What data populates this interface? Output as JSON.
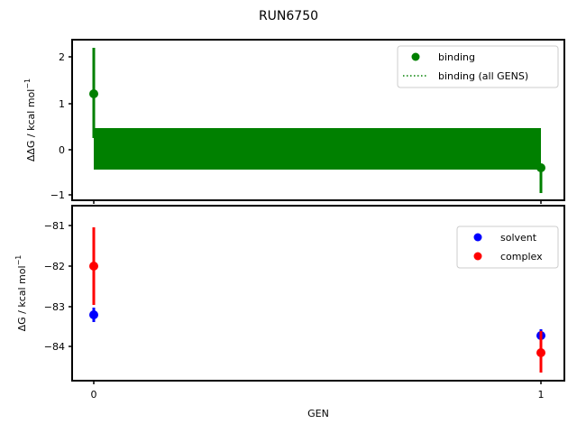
{
  "figure": {
    "title": "RUN6750"
  },
  "chart_data": [
    {
      "type": "scatter",
      "panel": "top",
      "title": "RUN6750",
      "xlabel": "",
      "ylabel": "ΔΔG / kcal mol⁻¹",
      "ylabel_main": "ΔΔG / kcal mol",
      "ylabel_sup": "−1",
      "xlim": [
        -0.05,
        1.05
      ],
      "ylim": [
        -1.1,
        2.35
      ],
      "yticks": [
        -1,
        0,
        1,
        2
      ],
      "ytick_labels": [
        "−1",
        "0",
        "1",
        "2"
      ],
      "xticks": [
        0,
        1
      ],
      "xtick_labels": [
        "",
        ""
      ],
      "grid": false,
      "legend_position": "upper right",
      "legend": [
        "binding",
        "binding (all GENS)"
      ],
      "series": [
        {
          "name": "binding",
          "color": "#008000",
          "marker": "circle",
          "x": [
            0,
            1
          ],
          "y": [
            1.2,
            -0.38
          ],
          "yerr_low": [
            0.27,
            -0.95
          ],
          "yerr_high": [
            2.2,
            -0.38
          ]
        },
        {
          "name": "binding (all GENS)",
          "color": "#008000",
          "style": "dotted",
          "band_x": [
            0,
            1
          ],
          "band_low": -0.43,
          "band_high": 0.47
        }
      ]
    },
    {
      "type": "scatter",
      "panel": "bottom",
      "xlabel": "GEN",
      "ylabel": "ΔG / kcal mol⁻¹",
      "ylabel_main": "ΔG / kcal mol",
      "ylabel_sup": "−1",
      "xlim": [
        -0.05,
        1.05
      ],
      "ylim": [
        -84.85,
        -80.9
      ],
      "yticks": [
        -81,
        -82,
        -83,
        -84
      ],
      "ytick_labels": [
        "−81",
        "−82",
        "−83",
        "−84"
      ],
      "xticks": [
        0,
        1
      ],
      "xtick_labels": [
        "0",
        "1"
      ],
      "grid": false,
      "legend_position": "upper right",
      "legend": [
        "solvent",
        "complex"
      ],
      "series": [
        {
          "name": "solvent",
          "color": "#0000ff",
          "marker": "circle",
          "x": [
            0,
            1
          ],
          "y": [
            -83.2,
            -83.7
          ],
          "yerr": [
            0.18,
            0.15
          ]
        },
        {
          "name": "complex",
          "color": "#ff0000",
          "marker": "circle",
          "x": [
            0,
            1
          ],
          "y": [
            -82.0,
            -84.15
          ],
          "yerr": [
            0.95,
            0.55
          ]
        }
      ]
    }
  ]
}
